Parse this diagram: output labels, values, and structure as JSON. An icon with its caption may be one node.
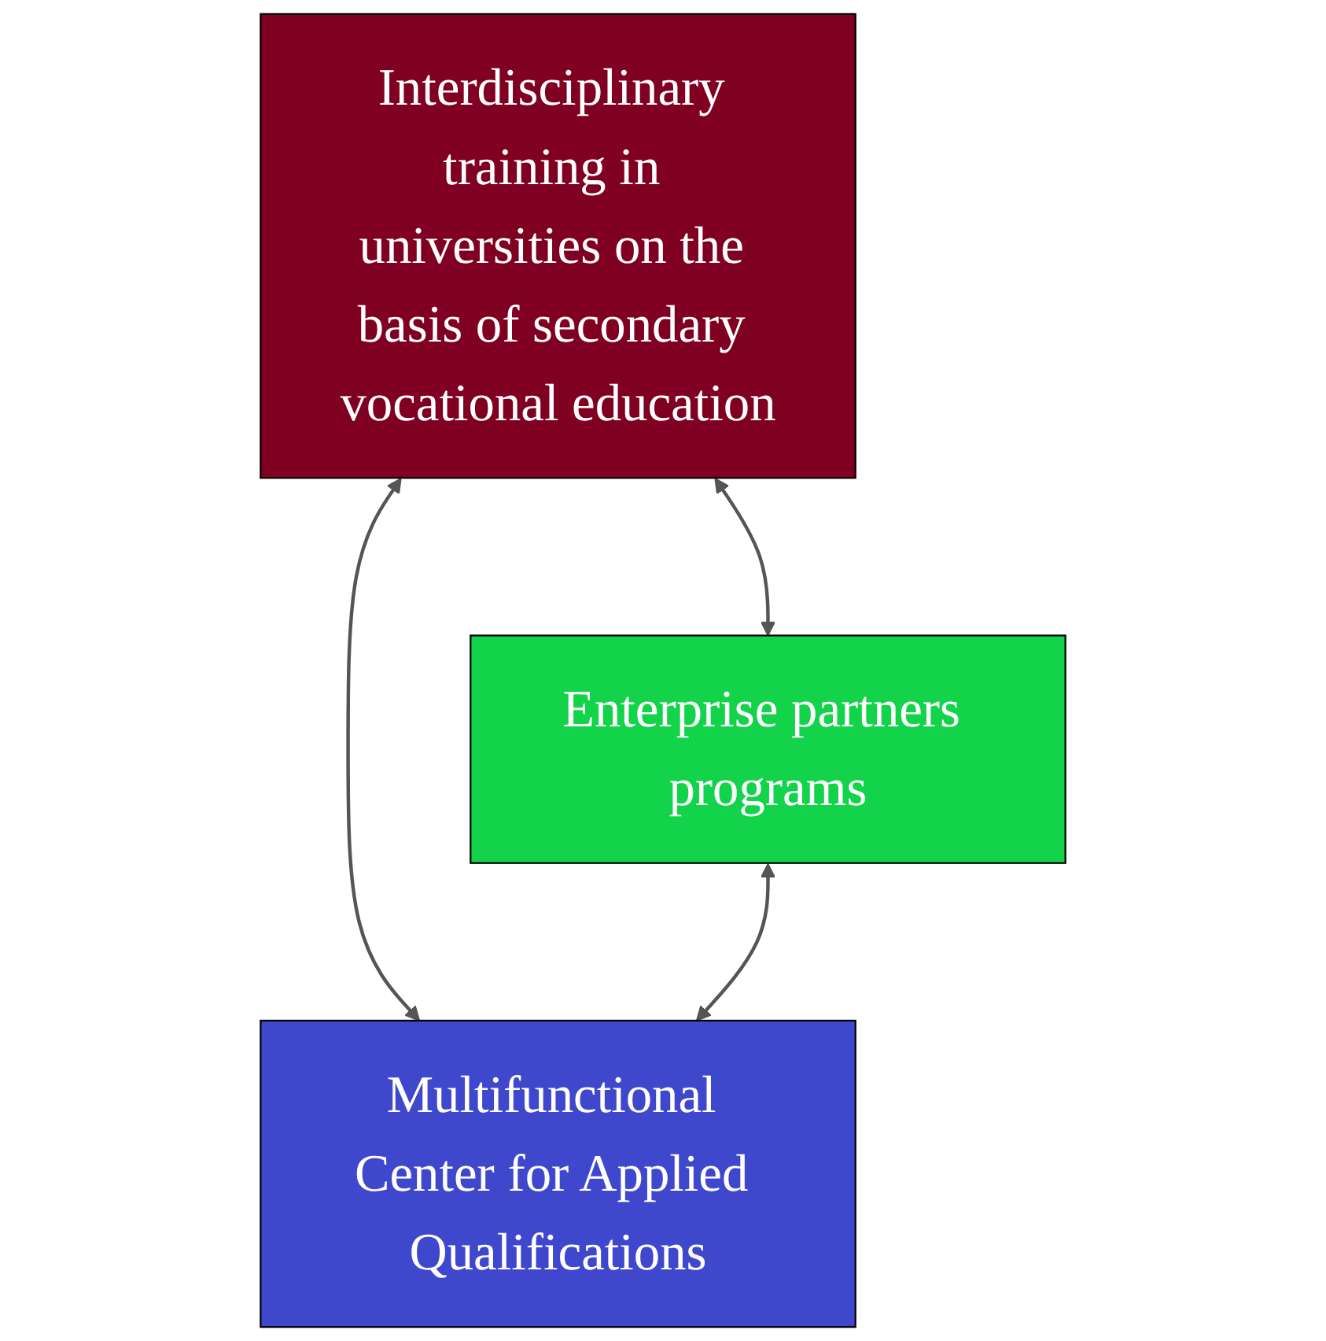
{
  "diagram": {
    "nodes": [
      {
        "text": [
          "Interdisciplinary training in universities on the basis of secondary vocational education"
        ]
      },
      {
        "text": [
          "Enterprise partners programs"
        ]
      },
      {
        "text": [
          "Multifunctional Center for Applied Qualifications"
        ]
      }
    ],
    "edges": [
      {
        "from": 0,
        "to": 1,
        "arrow": "both"
      },
      {
        "from": 0,
        "to": 2,
        "arrow": "both"
      },
      {
        "from": 1,
        "to": 2,
        "arrow": "both"
      }
    ]
  }
}
